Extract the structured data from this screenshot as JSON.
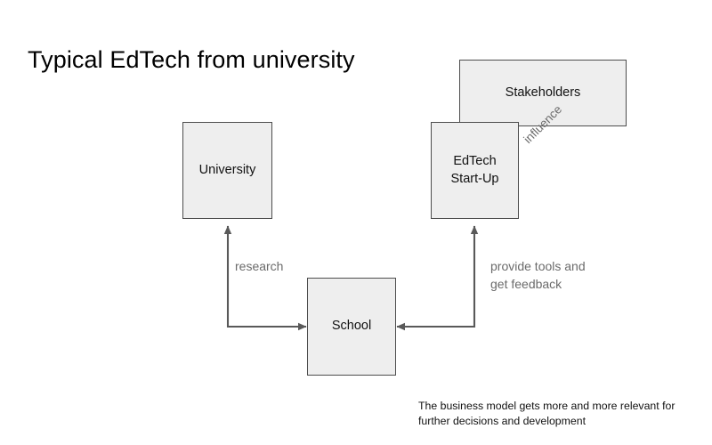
{
  "slide": {
    "title": "Typical EdTech from university",
    "footnote": "The business model gets more and more relevant for\nfurther decisions and development",
    "background_color": "#ffffff"
  },
  "style": {
    "node_fill": "#eeeeee",
    "node_border": "#4d4d4d",
    "connector_color": "#595959",
    "edge_label_color": "#6b6b6b",
    "text_color": "#111111"
  },
  "nodes": [
    {
      "id": "university",
      "label": "University"
    },
    {
      "id": "stakeholders",
      "label": "Stakeholders"
    },
    {
      "id": "edtech",
      "label": "EdTech\nStart-Up"
    },
    {
      "id": "school",
      "label": "School"
    }
  ],
  "edges": [
    {
      "id": "research",
      "label": "research",
      "from": "school",
      "to": "university",
      "arrowheads": "both",
      "shape": "elbow"
    },
    {
      "id": "provide-feedback",
      "label": "provide tools and\nget feedback",
      "from": "school",
      "to": "edtech",
      "arrowheads": "both",
      "shape": "elbow"
    },
    {
      "id": "influence",
      "label": "influence",
      "from": "stakeholders",
      "to": "edtech",
      "arrowheads": "none",
      "shape": "overlap"
    }
  ]
}
